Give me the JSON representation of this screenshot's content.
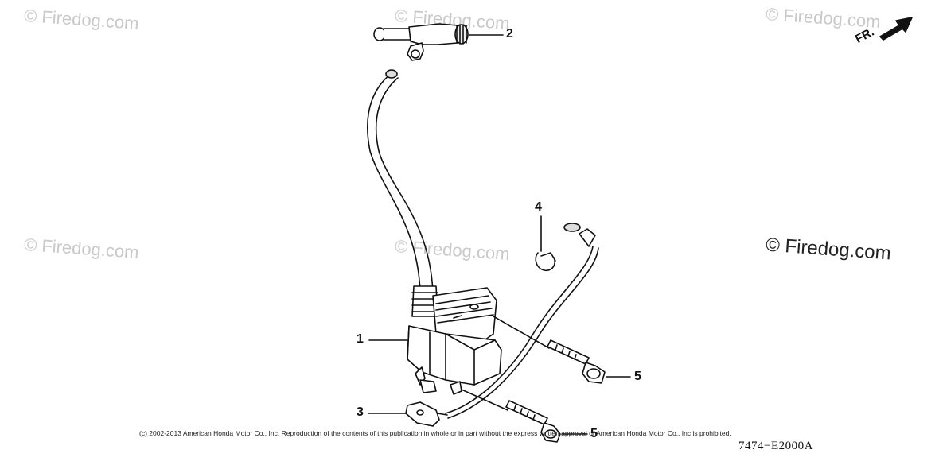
{
  "watermarks": {
    "small": "© Firedog.com",
    "main": "© Firedog.com"
  },
  "direction": {
    "label": "FR."
  },
  "callouts": [
    {
      "number": "1",
      "part": "ignition-coil"
    },
    {
      "number": "2",
      "part": "spark-plug-cap"
    },
    {
      "number": "3",
      "part": "ground-terminal"
    },
    {
      "number": "4",
      "part": "wire-clamp"
    },
    {
      "number": "5",
      "part": "flange-bolt"
    },
    {
      "number": "5",
      "part": "flange-bolt"
    }
  ],
  "copyright": "(c) 2002-2013 American Honda Motor Co., Inc. Reproduction of the contents of this publication in whole or in part without the express written approval of American Honda Motor Co., Inc is prohibited.",
  "diagram_code": "7474−E2000A",
  "colors": {
    "line": "#111111",
    "watermark": "#c9c9c9"
  }
}
